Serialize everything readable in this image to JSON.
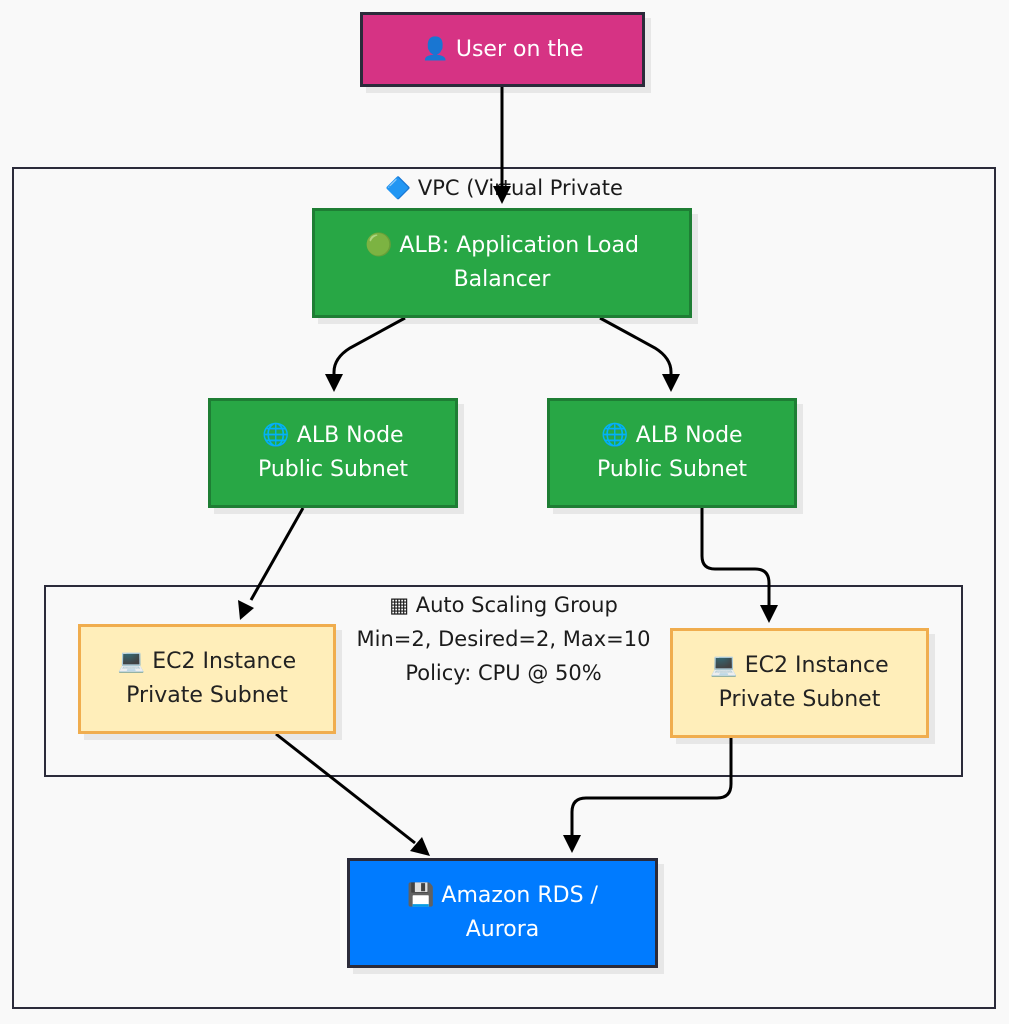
{
  "nodes": {
    "user": "👤 User on the",
    "alb": "🟢 ALB: Application Load\nBalancer",
    "alb_node_left": "🌐 ALB Node\nPublic Subnet",
    "alb_node_right": "🌐 ALB Node\nPublic Subnet",
    "ec2_left": "💻 EC2 Instance\nPrivate Subnet",
    "ec2_right": "💻 EC2 Instance\nPrivate Subnet",
    "rds": "💾 Amazon RDS /\nAurora"
  },
  "groups": {
    "vpc": "🔷 VPC (Virtual Private",
    "asg": "▦ Auto Scaling Group\nMin=2, Desired=2, Max=10\nPolicy: CPU @ 50%"
  },
  "colors": {
    "user": "#d63384",
    "alb": "#28a745",
    "ec2": "#ffeeba",
    "ec2_border": "#f0ad4e",
    "rds": "#007bff",
    "border": "#2b2b3a",
    "background": "#f9f9f9"
  },
  "edges": [
    {
      "from": "user",
      "to": "alb"
    },
    {
      "from": "alb",
      "to": "alb_node_left"
    },
    {
      "from": "alb",
      "to": "alb_node_right"
    },
    {
      "from": "alb_node_left",
      "to": "ec2_left"
    },
    {
      "from": "alb_node_right",
      "to": "ec2_right"
    },
    {
      "from": "ec2_left",
      "to": "rds"
    },
    {
      "from": "ec2_right",
      "to": "rds"
    }
  ]
}
